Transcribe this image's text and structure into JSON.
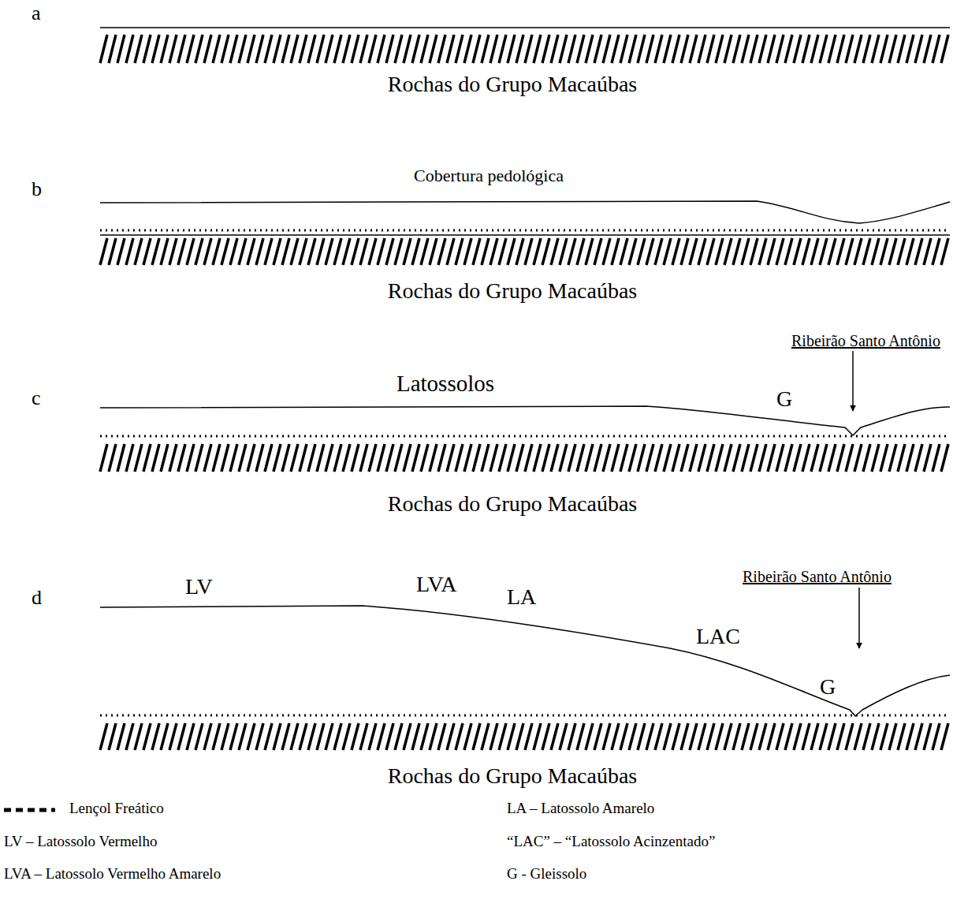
{
  "diagram": {
    "labels": [
      "a",
      "Rochas do Grupo Macaúbas",
      "b",
      "Cobertura pedológica",
      "Rochas do Grupo Macaúbas",
      "c",
      "Ribeirão Santo Antônio",
      "Latossolos",
      "G",
      "Rochas do Grupo Macaúbas",
      "d",
      "LV",
      "LVA",
      "LA",
      "Ribeirão Santo Antônio",
      "LAC",
      "G",
      "Rochas do Grupo Macaúbas"
    ],
    "legend": [
      {
        "text": "Lençol Freático"
      },
      {
        "text": "LV – Latossolo Vermelho"
      },
      {
        "text": "LVA – Latossolo Vermelho Amarelo"
      },
      {
        "text": "LA – Latossolo Amarelo"
      },
      {
        "text": "“LAC” – “Latossolo Acinzentado”"
      },
      {
        "text": "G - Gleissolo"
      }
    ]
  }
}
